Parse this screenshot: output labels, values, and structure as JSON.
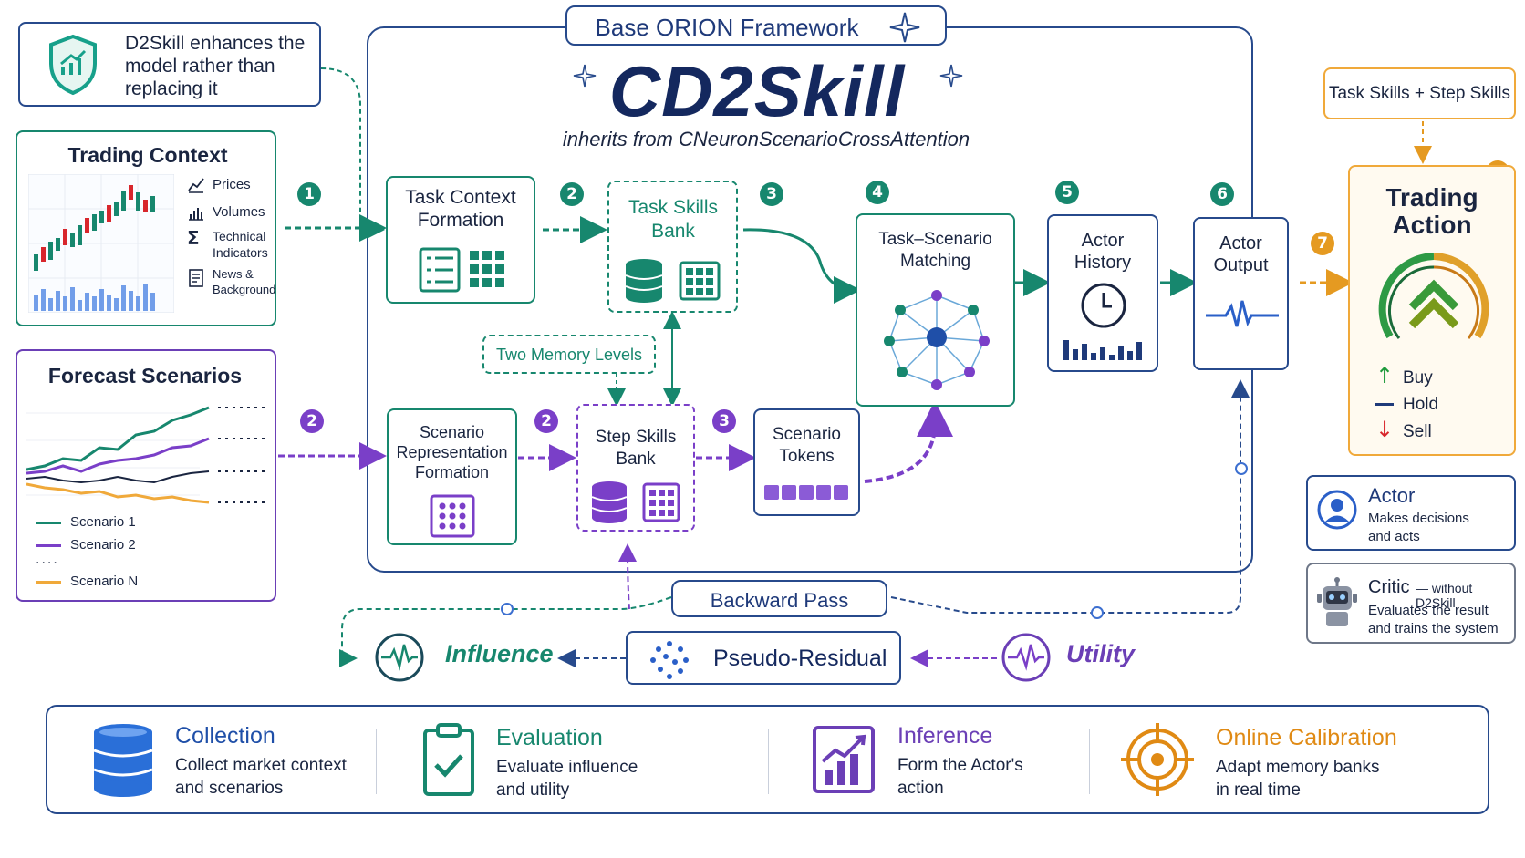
{
  "header": {
    "framework": "Base ORION Framework",
    "title": "CD2Skill",
    "subtitle": "inherits from CNeuronScenarioCrossAttention"
  },
  "note": {
    "text_lines": [
      "D2Skill enhances the",
      "model rather than",
      "replacing it"
    ]
  },
  "trading_context": {
    "title": "Trading Context",
    "items": [
      {
        "icon": "line-chart-icon",
        "label": "Prices"
      },
      {
        "icon": "bar-chart-icon",
        "label": "Volumes"
      },
      {
        "icon": "sigma-icon",
        "label_lines": [
          "Technical",
          "Indicators"
        ]
      },
      {
        "icon": "document-icon",
        "label_lines": [
          "News &",
          "Background"
        ]
      }
    ]
  },
  "forecast": {
    "title": "Forecast Scenarios",
    "legend": [
      {
        "label": "Scenario 1",
        "color": "#17876e"
      },
      {
        "label": "Scenario 2",
        "color": "#7a3fc8"
      },
      {
        "label": "....",
        "color": "#1a2540"
      },
      {
        "label": "Scenario N",
        "color": "#f0a93a"
      }
    ]
  },
  "nodes": {
    "task_context": [
      "Task Context",
      "Formation"
    ],
    "task_skills": [
      "Task Skills",
      "Bank"
    ],
    "task_scenario": [
      "Task–Scenario",
      "Matching"
    ],
    "actor_history": [
      "Actor",
      "History"
    ],
    "actor_output": [
      "Actor",
      "Output"
    ],
    "two_memory": "Two Memory Levels",
    "scenario_repr": [
      "Scenario",
      "Representation",
      "Formation"
    ],
    "step_skills": [
      "Step Skills",
      "Bank"
    ],
    "scenario_tokens": [
      "Scenario",
      "Tokens"
    ]
  },
  "steps": {
    "s1": "1",
    "s2a": "2",
    "s3a": "3",
    "s4": "4",
    "s5": "5",
    "s6": "6",
    "s2b": "2",
    "s2c": "2",
    "s3b": "3",
    "s7a": "7",
    "s7b": "7"
  },
  "right": {
    "skills_label": "Task Skills + Step Skills",
    "trading_action": [
      "Trading",
      "Action"
    ],
    "actions": [
      {
        "label": "Buy",
        "color": "#1e9a3c",
        "icon": "up-arrow-icon"
      },
      {
        "label": "Hold",
        "color": "#1f3a7a",
        "icon": "dash-icon"
      },
      {
        "label": "Sell",
        "color": "#d8262c",
        "icon": "down-arrow-icon"
      }
    ],
    "actor": {
      "title": "Actor",
      "desc_lines": [
        "Makes decisions",
        "and acts"
      ]
    },
    "critic": {
      "title": "Critic",
      "suffix": "— without D2Skill",
      "desc_lines": [
        "Evaluates the result",
        "and trains the system"
      ]
    }
  },
  "backward": {
    "label": "Backward Pass",
    "influence": "Influence",
    "pseudo": "Pseudo-Residual",
    "utility": "Utility"
  },
  "footer": [
    {
      "title": "Collection",
      "lines": [
        "Collect market context",
        "and scenarios"
      ],
      "color": "#1f4fa8"
    },
    {
      "title": "Evaluation",
      "lines": [
        "Evaluate influence",
        "and utility"
      ],
      "color": "#17876e"
    },
    {
      "title": "Inference",
      "lines": [
        "Form the Actor's",
        "action"
      ],
      "color": "#6b3fb6"
    },
    {
      "title": "Online Calibration",
      "lines": [
        "Adapt memory banks",
        "in real time"
      ],
      "color": "#e08a14"
    }
  ]
}
